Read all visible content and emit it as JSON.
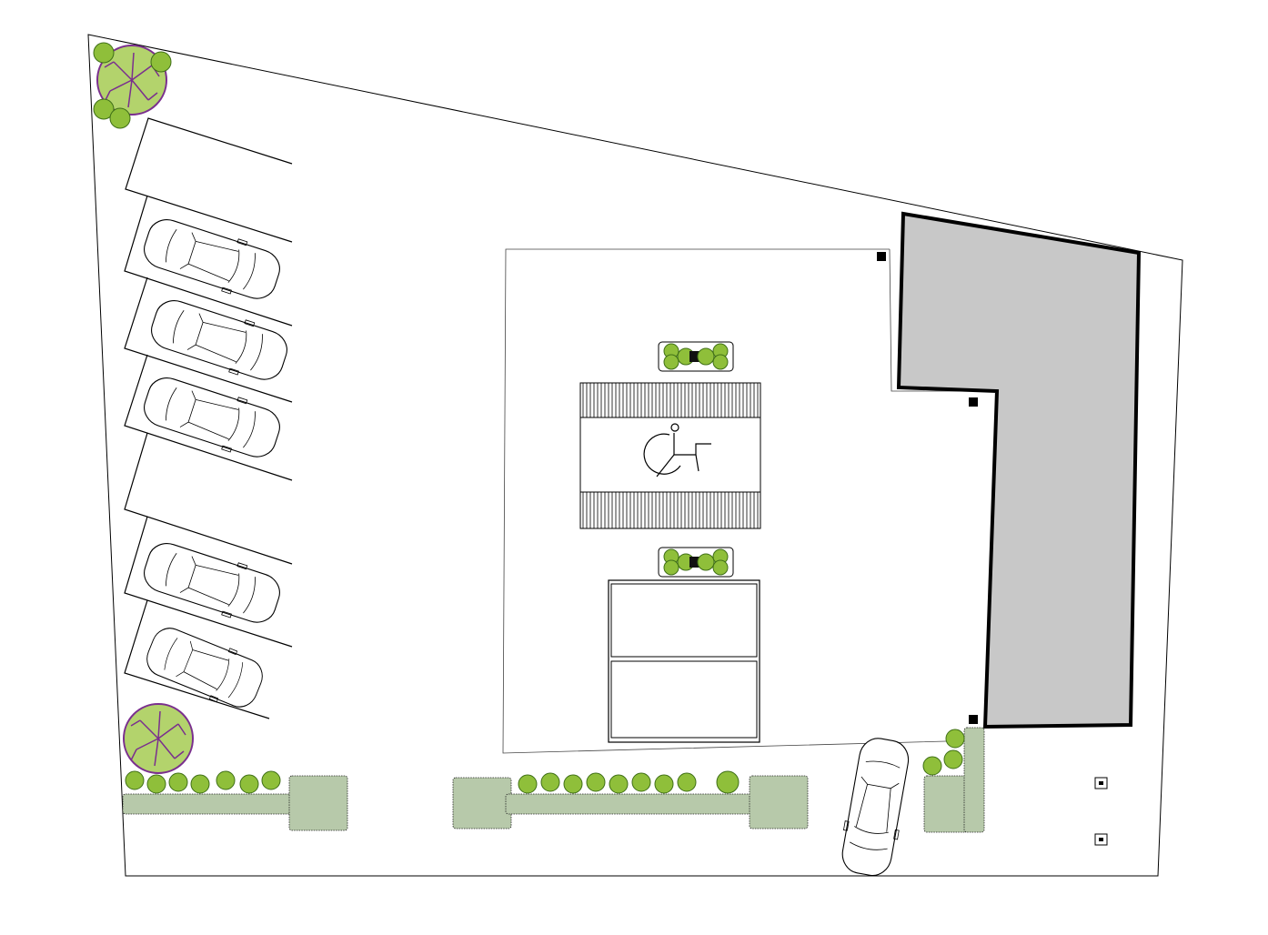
{
  "plan": {
    "colors": {
      "background": "#ffffff",
      "linework": "#000000",
      "building": "#c8c8c8",
      "hedge": "#b7c9aa",
      "shrub": "#8fbf3a",
      "tree_canopy": "#b3d36c",
      "tree_branch": "#7a2f8e"
    },
    "elements": [
      "site-boundary",
      "building-footprint",
      "plaza",
      "parking-stalls",
      "parked-cars",
      "accessible-parking-symbol",
      "planters",
      "hedges",
      "trees",
      "bollards"
    ]
  }
}
